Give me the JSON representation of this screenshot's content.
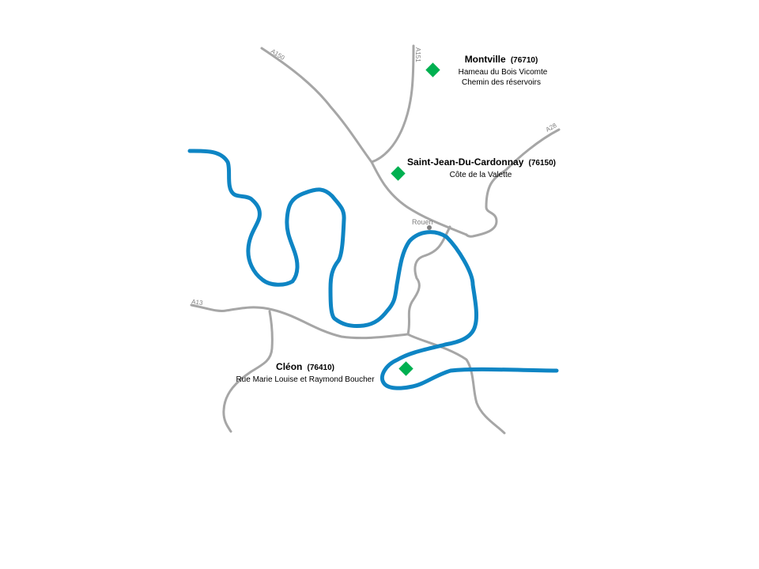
{
  "colors": {
    "road": "#a6a6a6",
    "river": "#0e85c4",
    "marker": "#00b050"
  },
  "roads": [
    {
      "name": "A150",
      "label": "A150"
    },
    {
      "name": "A151",
      "label": "A151"
    },
    {
      "name": "A28",
      "label": "A28"
    },
    {
      "name": "A13",
      "label": "A13"
    }
  ],
  "city": {
    "name": "Rouen"
  },
  "sites": [
    {
      "name": "Montville",
      "code": "(76710)",
      "lines": [
        "Hameau du Bois Vicomte",
        "Chemin des réservoirs"
      ]
    },
    {
      "name": "Saint-Jean-Du-Cardonnay",
      "code": "(76150)",
      "lines": [
        "Côte de la Valette"
      ]
    },
    {
      "name": "Cléon",
      "code": "(76410)",
      "lines": [
        "Rue Marie Louise et Raymond Boucher"
      ]
    }
  ],
  "icons": {
    "marker": "green-diamond-icon",
    "city": "dot-icon"
  }
}
